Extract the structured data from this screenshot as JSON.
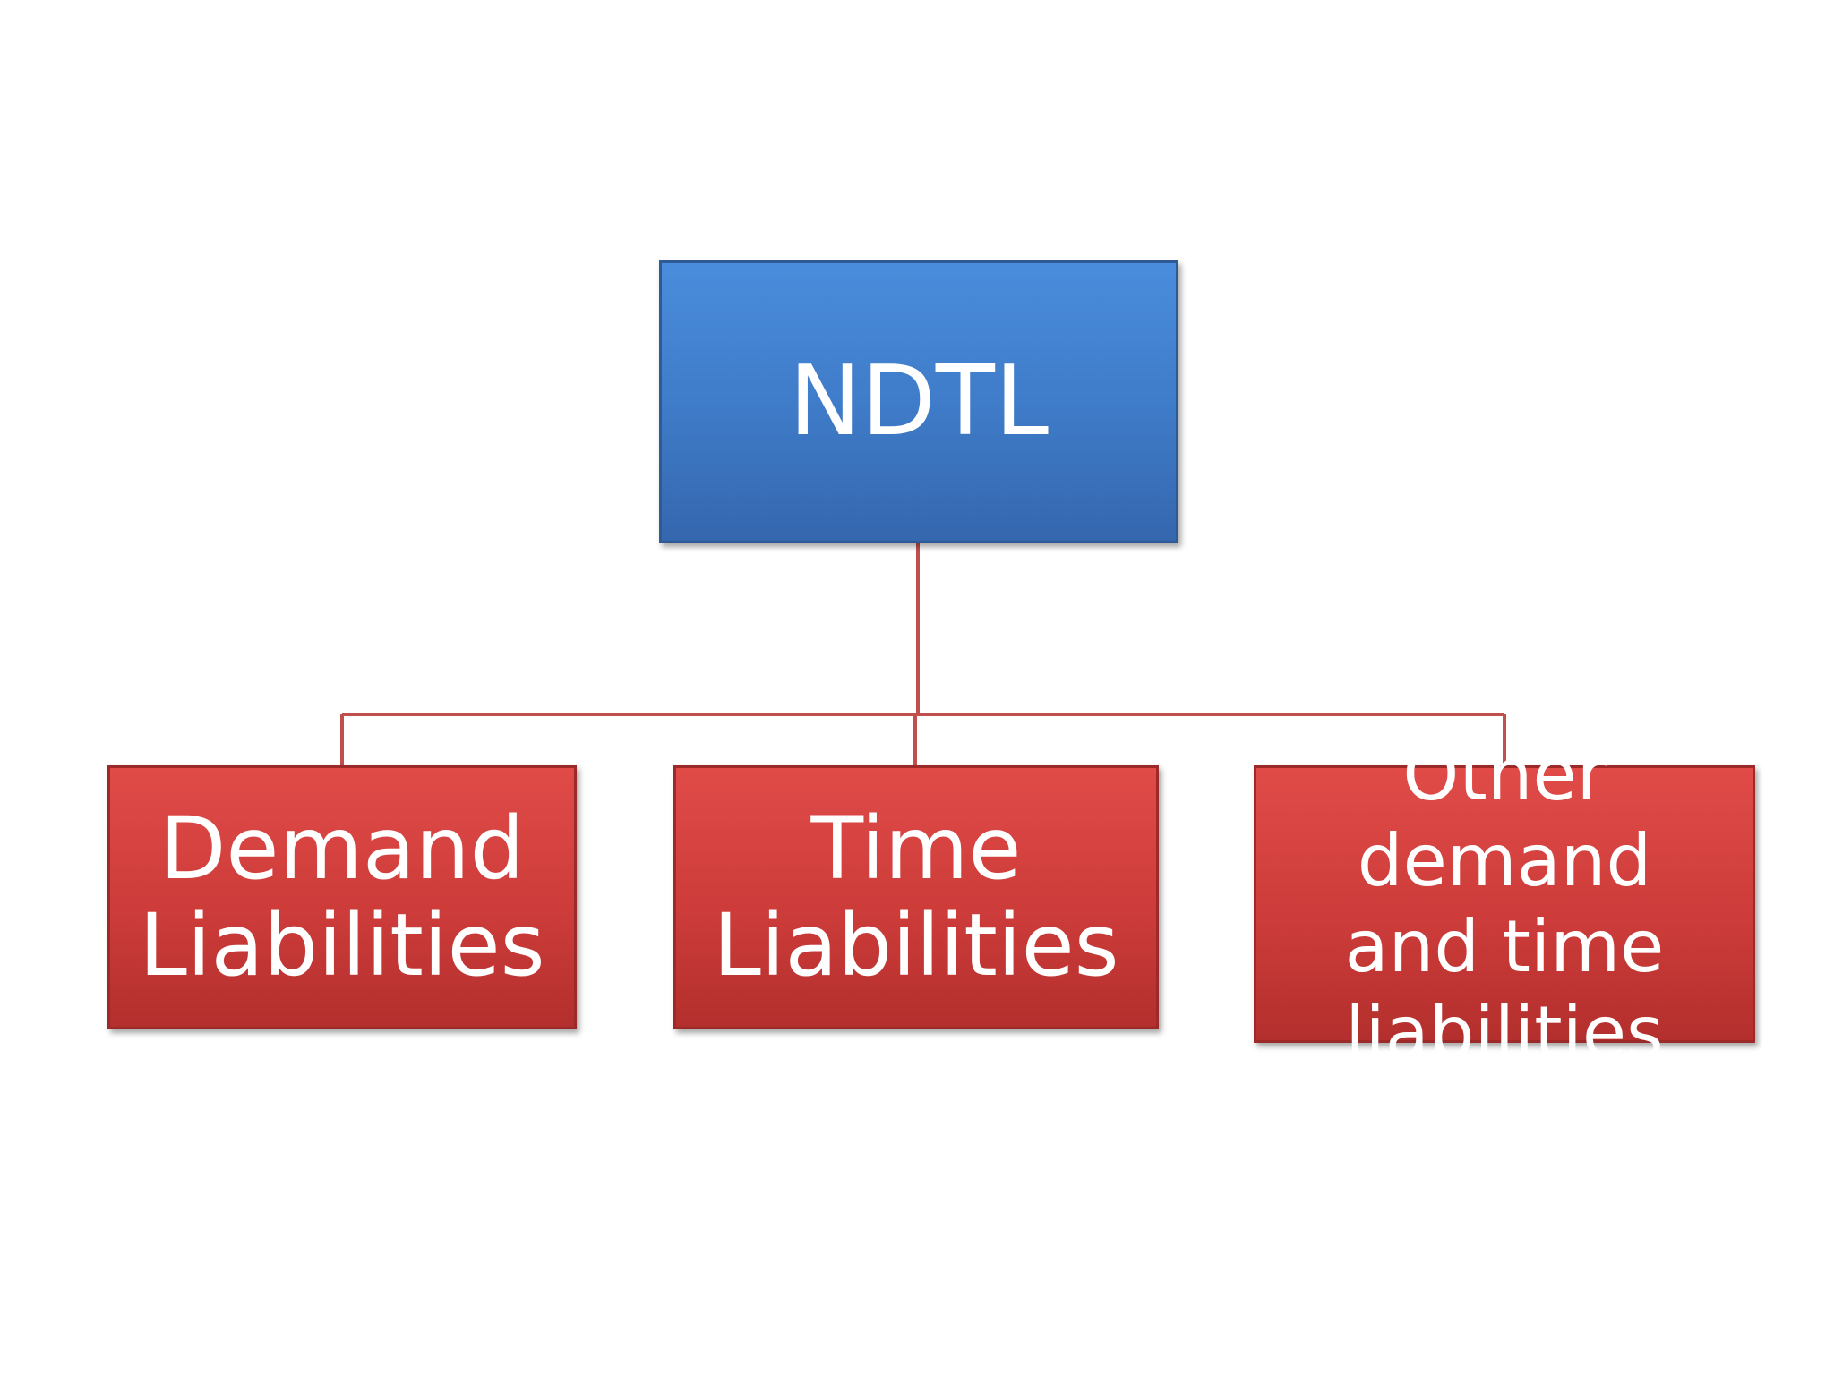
{
  "diagram": {
    "colors": {
      "root_fill": "#3f7cc9",
      "child_fill": "#cd3c3a",
      "connector": "#c0504d",
      "text": "#ffffff"
    },
    "root": {
      "label": "NDTL"
    },
    "children": [
      {
        "label": "Demand\nLiabilities"
      },
      {
        "label": "Time\nLiabilities"
      },
      {
        "label": "Other demand\nand time\nliabilities"
      }
    ]
  }
}
